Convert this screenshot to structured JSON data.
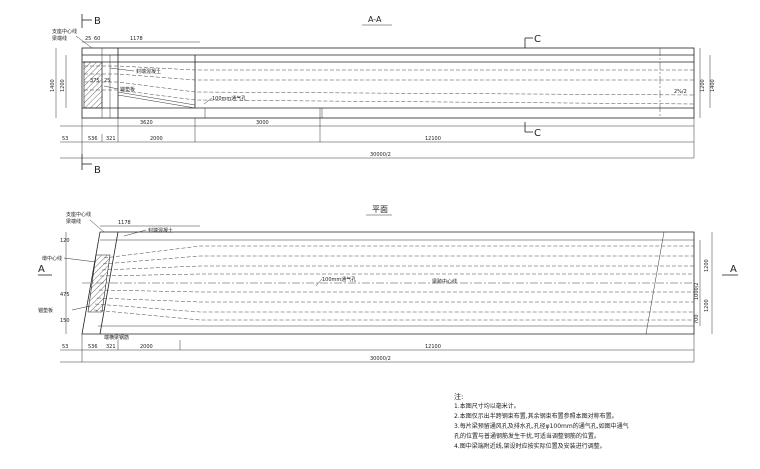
{
  "section_aa": {
    "title": "A-A",
    "cut_b": "B",
    "cut_c": "C",
    "labels": {
      "bearing_center": "支座中心线",
      "beam_end": "梁端线",
      "seal_anchor": "封端混凝土",
      "anchor_plate": "锚垫板",
      "vent_hole": "100mm通气孔"
    },
    "dims_top": [
      "25",
      "60",
      "1178"
    ],
    "dims_left": [
      "1400",
      "1200"
    ],
    "dims_inner": [
      "375",
      "25"
    ],
    "dims_bottom": [
      "53",
      "536",
      "321",
      "2000",
      "3620",
      "3000",
      "12100"
    ],
    "total": "30000/2",
    "right_dims": [
      "1400",
      "1200"
    ],
    "right_slope": "2%/2"
  },
  "plan": {
    "title": "平面",
    "cut_a": "A",
    "labels": {
      "bearing_center": "支座中心线",
      "beam_end": "梁端线",
      "seal_anchor": "封端混凝土",
      "anchor_plate": "锚垫板",
      "pier_center": "墩中心线",
      "vent_hole": "100mm通气孔",
      "beam_center": "梁跨中心线",
      "end_rebar": "端横梁钢筋"
    },
    "dims_top": [
      "1178"
    ],
    "dims_left": [
      "120",
      "475",
      "150"
    ],
    "dims_bottom": [
      "53",
      "536",
      "321",
      "2000",
      "12100"
    ],
    "total": "30000/2",
    "right_dims": [
      "1200",
      "1000/2",
      "1200",
      "700"
    ]
  },
  "notes": {
    "title": "注:",
    "items": [
      "1.本图尺寸均以毫米计。",
      "2.本图仅示出半跨钢束布置,其余钢束布置参照本图对称布置。",
      "3.每片梁预留通风孔及排水孔,孔径φ100mm的通气孔,如图中通气",
      "   孔的位置与普通钢筋发生干扰,可适当调整钢筋的位置。",
      "4.图中梁端附近线,架设时应按实际位置及安装进行调整。"
    ]
  }
}
